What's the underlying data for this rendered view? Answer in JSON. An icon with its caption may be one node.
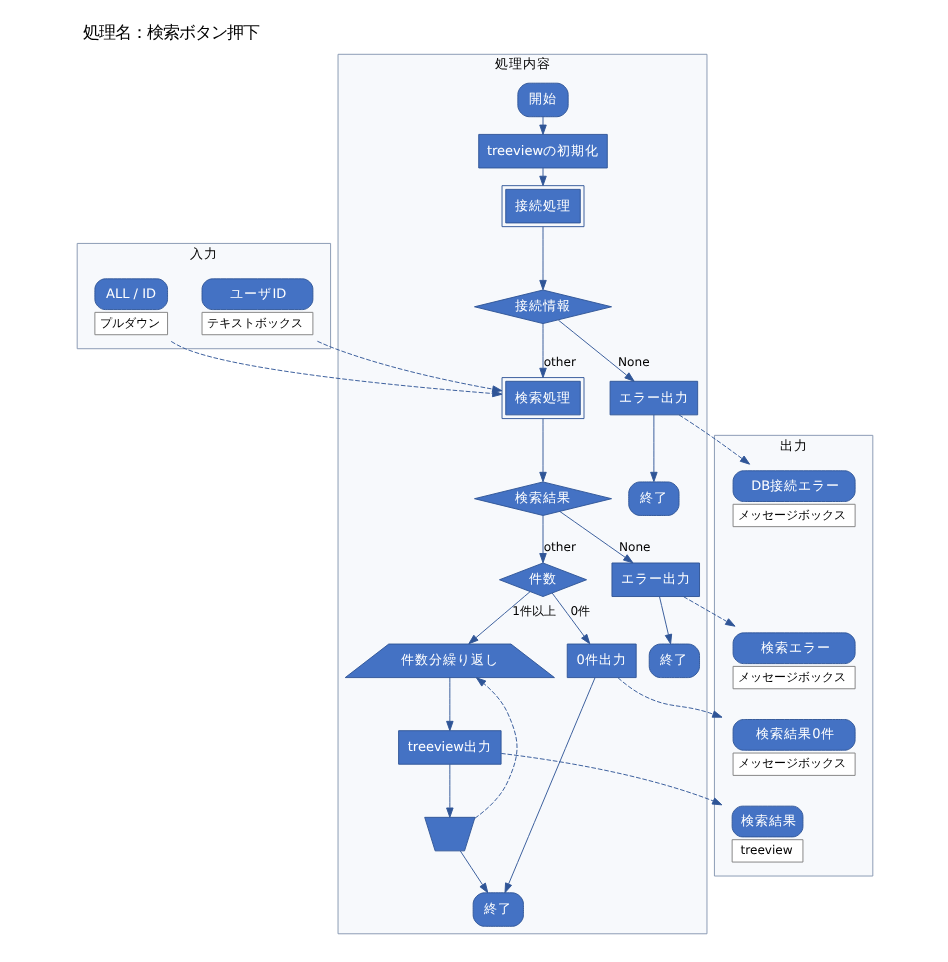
{
  "diagram": {
    "title": "処理名：検索ボタン押下",
    "nodes": [
      {
        "text": [
          "入力"
        ]
      },
      {
        "text": [
          "処理内容"
        ]
      },
      {
        "text": [
          "出力"
        ]
      },
      {
        "text": [
          "開始"
        ],
        "in": 1
      },
      {
        "text": [
          "treeviewの初期化"
        ],
        "in": 1
      },
      {
        "text": [
          "接続処理"
        ],
        "in": 1
      },
      {
        "text": [
          "接続情報"
        ],
        "in": 1
      },
      {
        "text": [
          "エラー出力"
        ],
        "in": 1
      },
      {
        "text": [
          "終了"
        ],
        "in": 1
      },
      {
        "text": [
          "検索処理"
        ],
        "in": 1
      },
      {
        "text": [
          "検索結果"
        ],
        "in": 1
      },
      {
        "text": [
          "エラー出力"
        ],
        "in": 1
      },
      {
        "text": [
          "終了"
        ],
        "in": 1
      },
      {
        "text": [
          "件数"
        ],
        "in": 1
      },
      {
        "text": [
          "0件出力"
        ],
        "in": 1
      },
      {
        "text": [
          "件数分繰り返し"
        ],
        "in": 1
      },
      {
        "text": [
          "treeview出力"
        ],
        "in": 1
      },
      {
        "text": [],
        "shape": "box",
        "in": 1
      },
      {
        "text": [
          "終了"
        ],
        "in": 1
      },
      {
        "text": [
          "ALL / ID"
        ],
        "beside": [
          "プルダウン"
        ],
        "in": 0
      },
      {
        "text": [
          "ユーザID"
        ],
        "beside": [
          "テキストボックス"
        ],
        "in": 0
      },
      {
        "text": [
          "DB接続エラー"
        ],
        "beside": [
          "メッセージボックス"
        ],
        "in": 2
      },
      {
        "text": [
          "検索エラー"
        ],
        "beside": [
          "メッセージボックス"
        ],
        "in": 2
      },
      {
        "text": [
          "検索結果0件"
        ],
        "beside": [
          "メッセージボックス"
        ],
        "in": 2
      },
      {
        "text": [
          "検索結果"
        ],
        "beside": [
          "treeview"
        ],
        "in": 2
      }
    ],
    "edges": [
      {
        "from": 3,
        "to": 4,
        "arrow": "to"
      },
      {
        "from": 4,
        "to": 5,
        "arrow": "to"
      },
      {
        "from": 5,
        "to": 6,
        "arrow": "to"
      },
      {
        "from": 6,
        "to": 7,
        "arrow": "to",
        "label": "None"
      },
      {
        "from": 7,
        "to": 8,
        "arrow": "to"
      },
      {
        "from": 6,
        "to": 9,
        "arrow": "to",
        "label": "other"
      },
      {
        "from": 9,
        "to": 10,
        "arrow": "to"
      },
      {
        "from": 10,
        "to": 11,
        "arrow": "to",
        "label": "None"
      },
      {
        "from": 11,
        "to": 12,
        "arrow": "to"
      },
      {
        "from": 10,
        "to": 13,
        "arrow": "to",
        "label": "other"
      },
      {
        "from": 13,
        "to": 14,
        "arrow": "to",
        "label": "0件"
      },
      {
        "from": 13,
        "to": 15,
        "arrow": "to",
        "label": "1件以上"
      },
      {
        "from": 15,
        "to": 16,
        "arrow": "to"
      },
      {
        "from": 16,
        "to": 17,
        "arrow": "to"
      },
      {
        "from": 17,
        "to": 15,
        "arrow": "to",
        "style": "dashed"
      },
      {
        "from": 14,
        "to": 18,
        "arrow": "to"
      },
      {
        "from": 17,
        "to": 18,
        "arrow": "to"
      },
      {
        "from": 19,
        "to": 9,
        "arrow": "to",
        "style": "dashed"
      },
      {
        "from": 20,
        "to": 9,
        "arrow": "to",
        "style": "dashed"
      },
      {
        "from": 7,
        "to": 21,
        "arrow": "to",
        "style": "dashed"
      },
      {
        "from": 11,
        "to": 22,
        "arrow": "to",
        "style": "dashed"
      },
      {
        "from": 14,
        "to": 23,
        "arrow": "to",
        "style": "dashed"
      },
      {
        "from": 16,
        "to": 24,
        "arrow": "to",
        "style": "dashed"
      }
    ]
  }
}
